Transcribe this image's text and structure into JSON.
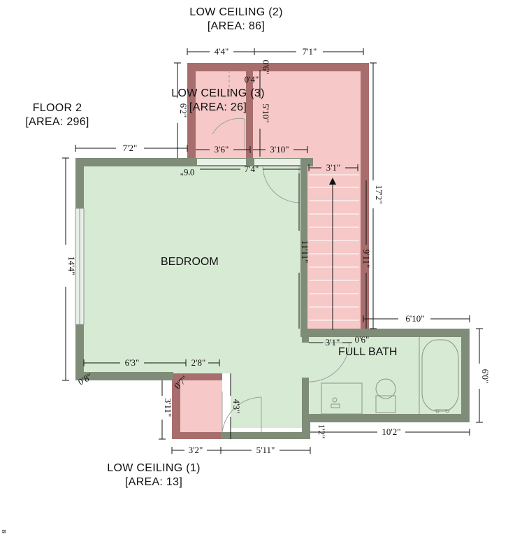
{
  "labels": {
    "low_ceiling_2": "LOW CEILING (2)",
    "low_ceiling_2_area": "[AREA: 86]",
    "low_ceiling_3": "LOW CEILING (3)",
    "low_ceiling_3_area": "[AREA: 26]",
    "floor": "FLOOR 2",
    "floor_area": "[AREA: 296]",
    "bedroom": "BEDROOM",
    "full_bath": "FULL BATH",
    "low_ceiling_1": "LOW CEILING (1)",
    "low_ceiling_1_area": "[AREA: 13]"
  },
  "dimensions": {
    "top_left": "4'4\"",
    "top_right": "7'1\"",
    "d_0_6_top": "0'6\"",
    "d_0_4": "0'4\"",
    "d_6_2": "6'2\"",
    "d_5_10": "5'10\"",
    "d_7_2": "7'2\"",
    "d_3_6": "3'6\"",
    "d_3_10": "3'10\"",
    "d_0_6_mid": "0'6\"",
    "d_7_4": "7'4\"",
    "d_3_1_top": "3'1\"",
    "d_17_2": "17'2\"",
    "d_14_4": "14'4\"",
    "d_11_11": "11'11\"",
    "d_9_11": "9'11\"",
    "d_6_10": "6'10\"",
    "d_3_1_bath": "3'1\"",
    "d_0_6_bath": "0'6\"",
    "d_6_0": "6'0\"",
    "d_6_3": "6'3\"",
    "d_2_8": "2'8\"",
    "d_0_8": "0'8\"",
    "d_0_7": "0'7\"",
    "d_3_11": "3'11\"",
    "d_4_3": "4'3\"",
    "d_1_2": "1'2\"",
    "d_10_2": "10'2\"",
    "d_3_2": "3'2\"",
    "d_5_11": "5'11\""
  },
  "colors": {
    "wall_gray": "#7f8c78",
    "wall_red": "#a86e6e",
    "room_green": "#d7ead4",
    "room_pink": "#f6c8c8"
  }
}
